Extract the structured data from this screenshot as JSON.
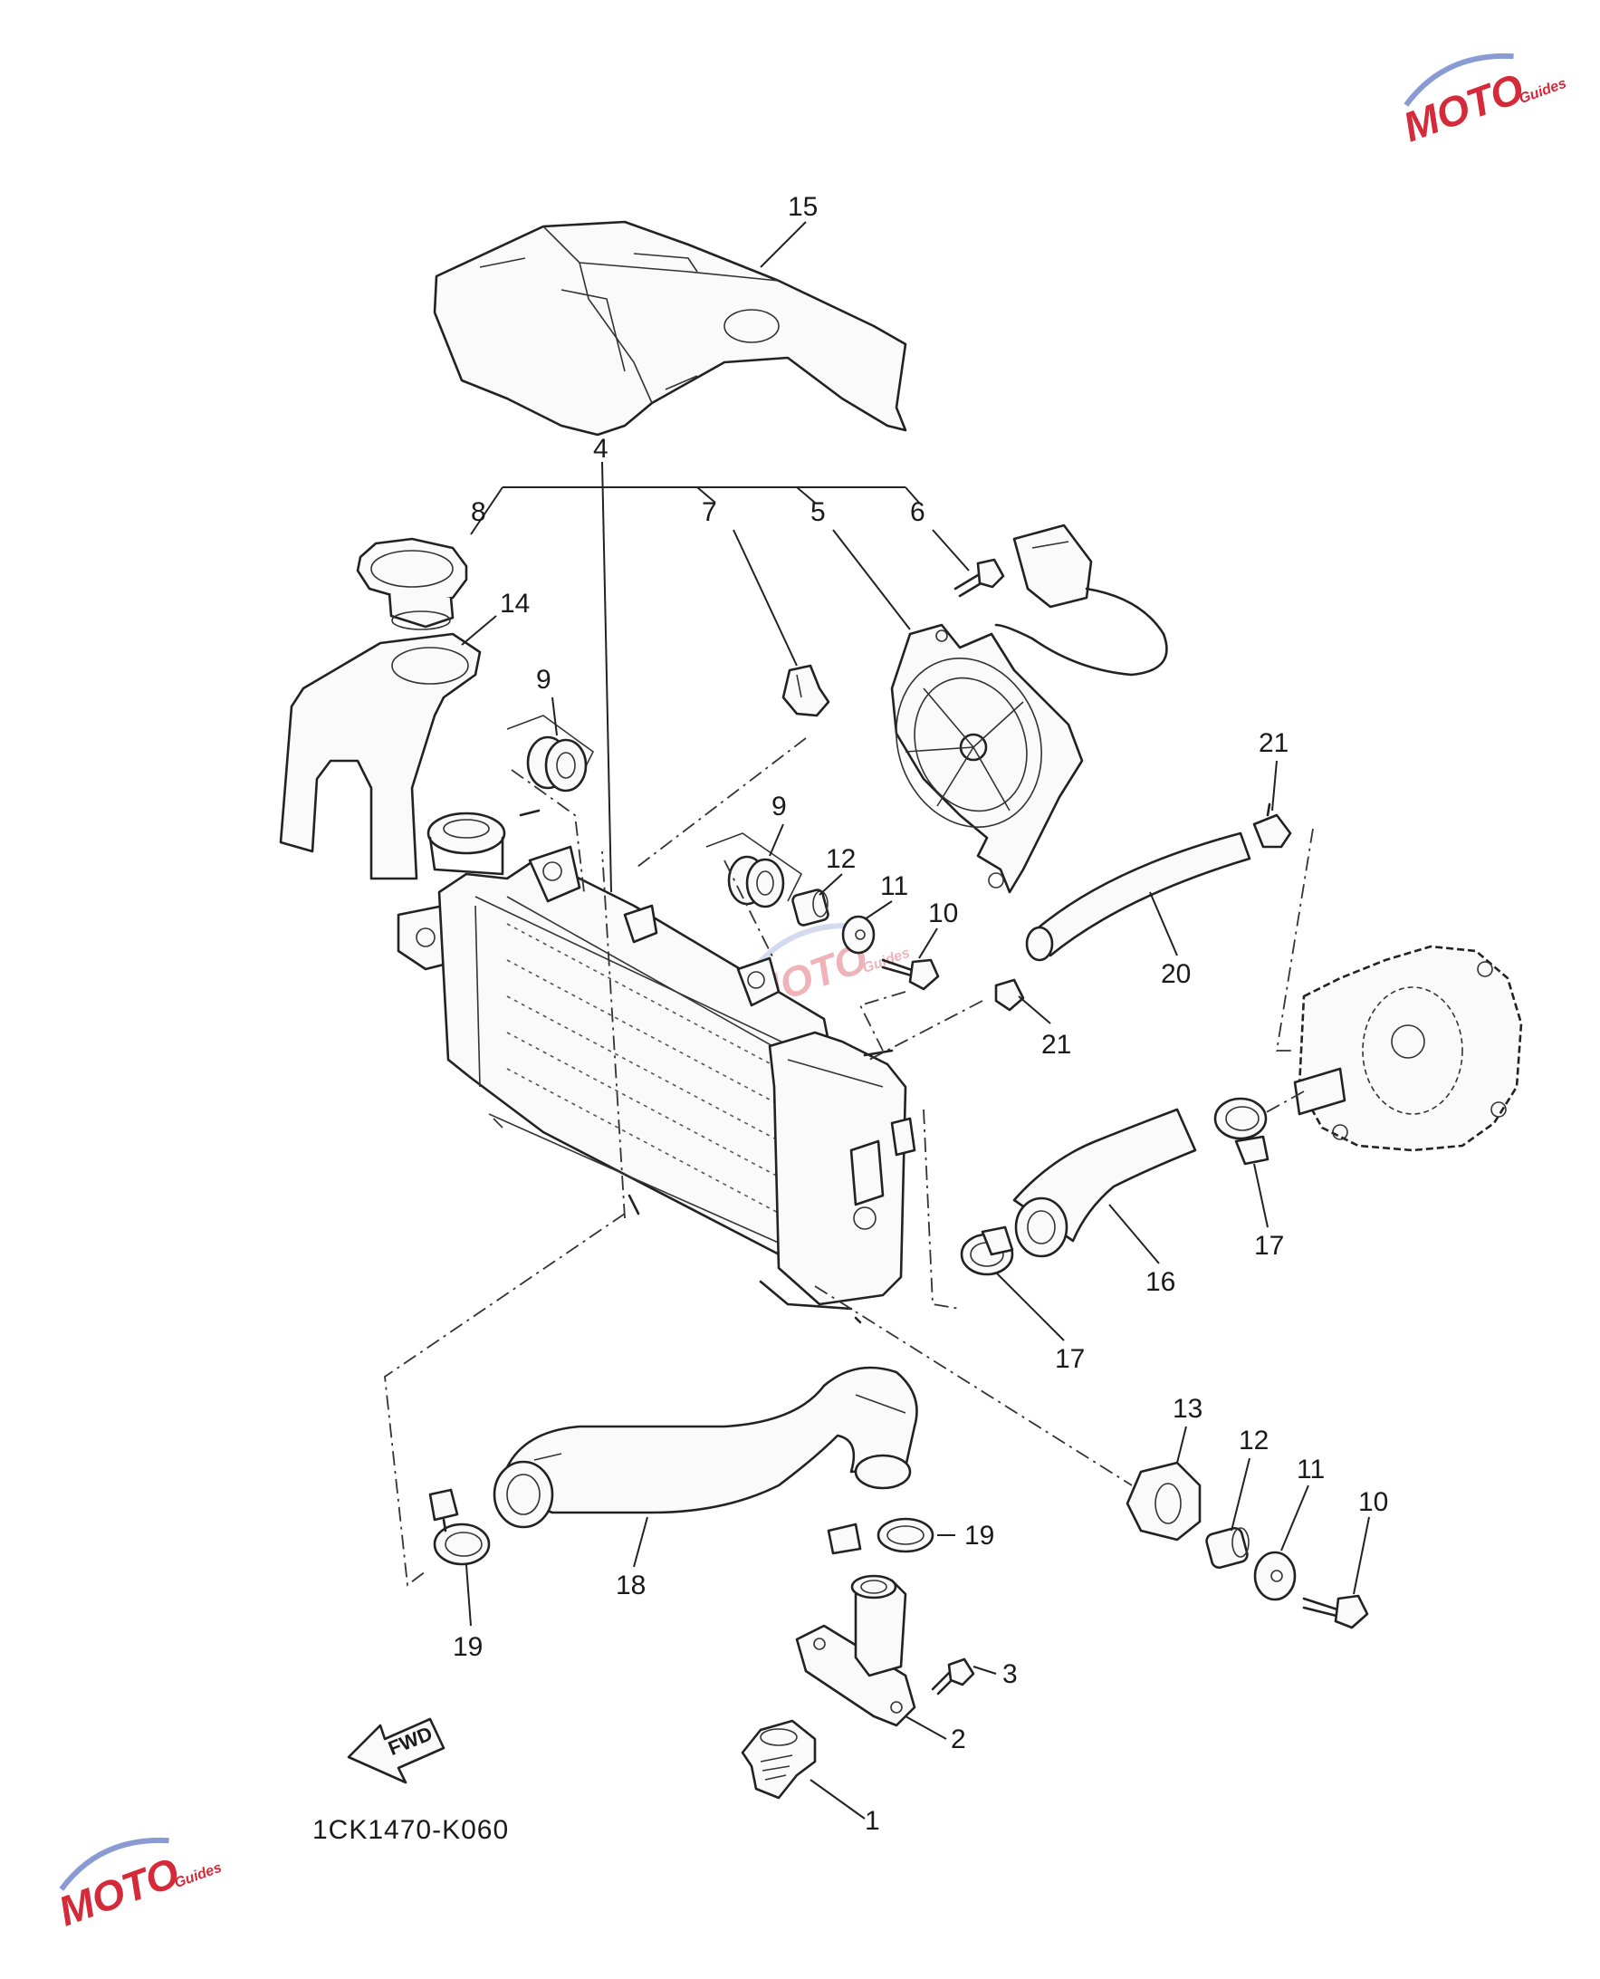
{
  "diagram": {
    "code": "1CK1470-K060",
    "fwd_label": "FWD",
    "callouts": [
      {
        "id": "c15a",
        "text": "15"
      },
      {
        "id": "c4",
        "text": "4"
      },
      {
        "id": "c8",
        "text": "8"
      },
      {
        "id": "c7",
        "text": "7"
      },
      {
        "id": "c5",
        "text": "5"
      },
      {
        "id": "c6",
        "text": "6"
      },
      {
        "id": "c14",
        "text": "14"
      },
      {
        "id": "c9a",
        "text": "9"
      },
      {
        "id": "c9b",
        "text": "9"
      },
      {
        "id": "c12a",
        "text": "12"
      },
      {
        "id": "c11a",
        "text": "11"
      },
      {
        "id": "c10a",
        "text": "10"
      },
      {
        "id": "c21a",
        "text": "21"
      },
      {
        "id": "c21b",
        "text": "21"
      },
      {
        "id": "c20",
        "text": "20"
      },
      {
        "id": "c17a",
        "text": "17"
      },
      {
        "id": "c16",
        "text": "16"
      },
      {
        "id": "c17b",
        "text": "17"
      },
      {
        "id": "c13",
        "text": "13"
      },
      {
        "id": "c12b",
        "text": "12"
      },
      {
        "id": "c11b",
        "text": "11"
      },
      {
        "id": "c10b",
        "text": "10"
      },
      {
        "id": "c19a",
        "text": "19"
      },
      {
        "id": "c18",
        "text": "18"
      },
      {
        "id": "c19b",
        "text": "19"
      },
      {
        "id": "c3",
        "text": "3"
      },
      {
        "id": "c2",
        "text": "2"
      },
      {
        "id": "c1",
        "text": "1"
      }
    ]
  },
  "watermark": {
    "logo_text": "MOTO",
    "sub_text": "Guides",
    "accent_color": "#d42a3a",
    "ring_color": "#8a9bd4"
  }
}
